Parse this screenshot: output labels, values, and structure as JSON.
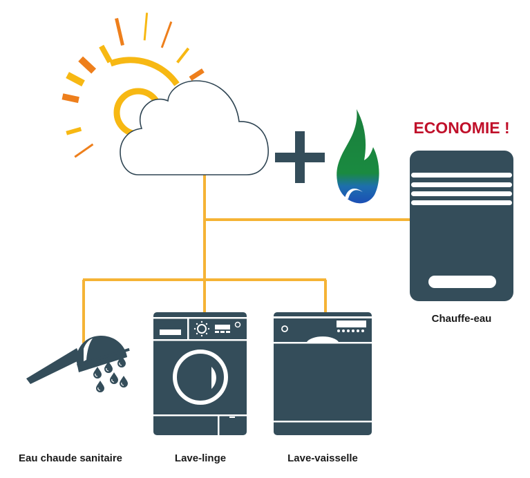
{
  "diagram": {
    "headline": "ECONOMIE !",
    "operator": "+",
    "sources": [
      {
        "name": "solar",
        "icon": "sun-behind-cloud-icon"
      },
      {
        "name": "gas",
        "icon": "gas-flame-icon"
      }
    ],
    "appliances": [
      {
        "label": "Eau chaude sanitaire",
        "icon": "shower-head-icon"
      },
      {
        "label": "Lave-linge",
        "icon": "washing-machine-icon"
      },
      {
        "label": "Lave-vaisselle",
        "icon": "dishwasher-icon"
      },
      {
        "label": "Chauffe-eau",
        "icon": "water-heater-icon"
      }
    ],
    "colors": {
      "appliance": "#344d5a",
      "connector": "#f5b335",
      "headline": "#c0102a",
      "sun_yellow": "#f7b813",
      "sun_orange": "#ee7f1c",
      "flame_green": "#1a7f3c",
      "flame_blue": "#1c5fb5",
      "cloud_stroke": "#2e4452"
    }
  }
}
